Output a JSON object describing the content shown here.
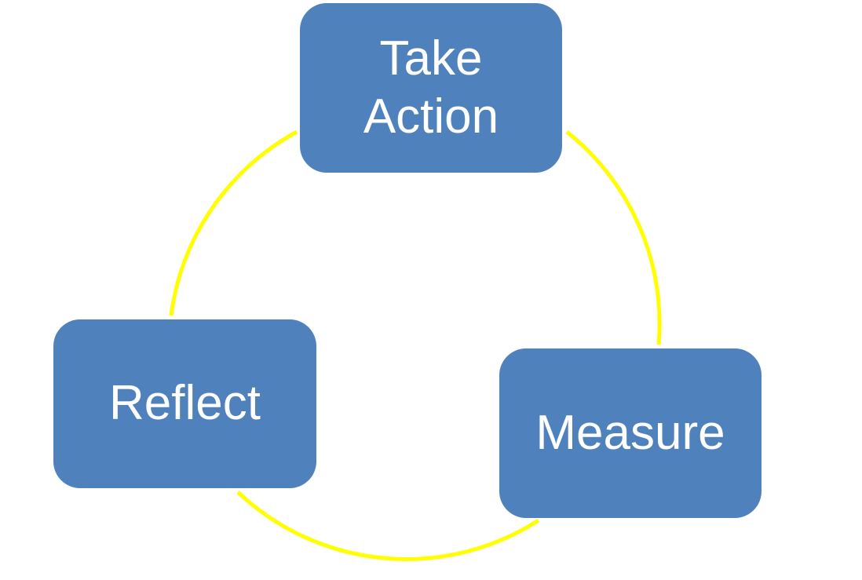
{
  "diagram": {
    "type": "cycle",
    "colors": {
      "node_fill": "#4F81BD",
      "node_text": "#FFFFFF",
      "connector": "#FFFF00"
    },
    "nodes": [
      {
        "label_line1": "Take",
        "label_line2": "Action"
      },
      {
        "label": "Measure"
      },
      {
        "label": "Reflect"
      }
    ],
    "cycle_order": [
      "Take Action",
      "Measure",
      "Reflect"
    ]
  }
}
